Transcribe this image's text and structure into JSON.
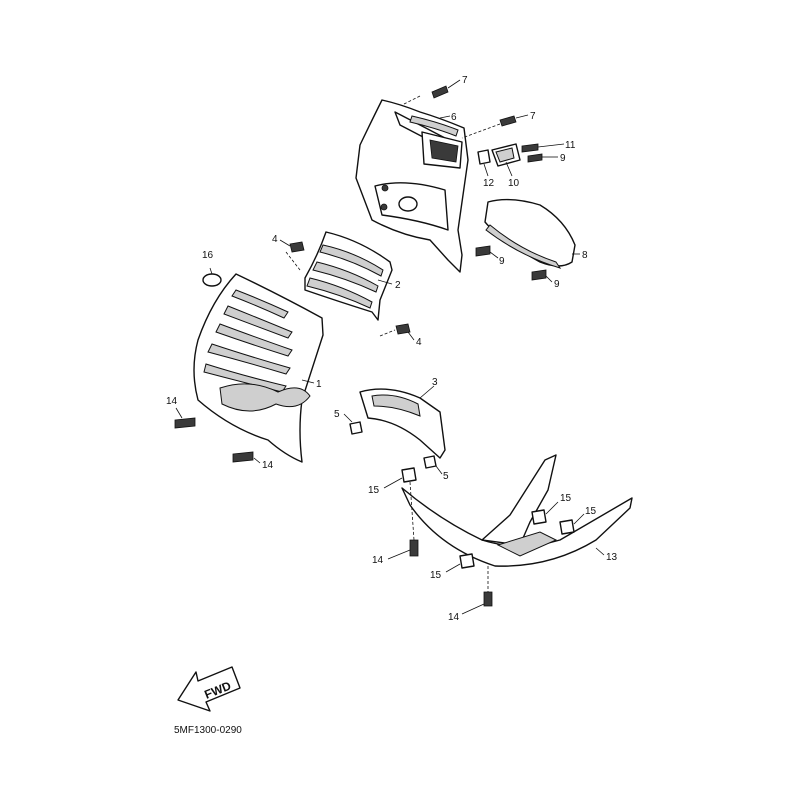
{
  "diagram": {
    "code": "5MF1300-0290",
    "fwd_label": "FWD",
    "callouts": {
      "c1": "1",
      "c2": "2",
      "c3": "3",
      "c4a": "4",
      "c4b": "4",
      "c5a": "5",
      "c5b": "5",
      "c6": "6",
      "c7a": "7",
      "c7b": "7",
      "c8": "8",
      "c9a": "9",
      "c9b": "9",
      "c9c": "9",
      "c10": "10",
      "c11": "11",
      "c12": "12",
      "c13": "13",
      "c14a": "14",
      "c14b": "14",
      "c14c": "14",
      "c14d": "14",
      "c15a": "15",
      "c15b": "15",
      "c15c": "15",
      "c15d": "15",
      "c16": "16"
    }
  }
}
